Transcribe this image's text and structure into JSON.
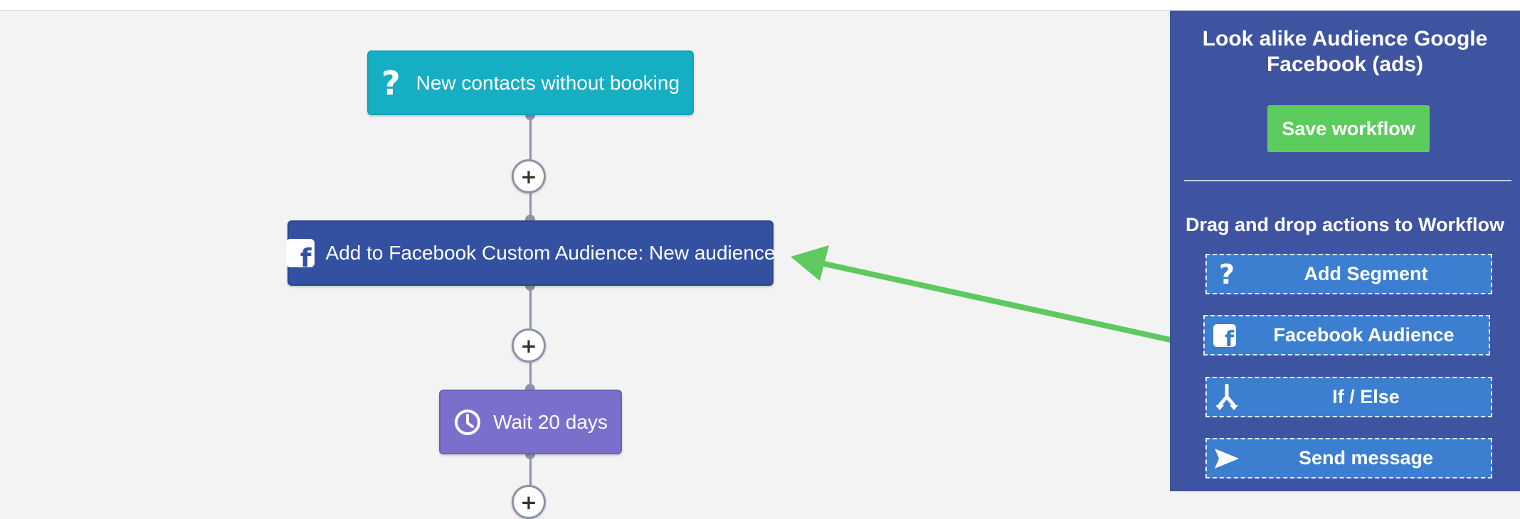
{
  "canvas": {
    "nodes": [
      {
        "type": "segment",
        "icon": "question-icon",
        "label": "New contacts without booking",
        "color": "#16aec3"
      },
      {
        "type": "facebook-audience",
        "icon": "facebook-icon",
        "label": "Add to Facebook Custom Audience: New audience",
        "color": "#3451a1"
      },
      {
        "type": "wait",
        "icon": "clock-icon",
        "label": "Wait 20 days",
        "color": "#7b6fcc"
      }
    ],
    "add_step_symbol": "+",
    "connector_color": "#8c93a6"
  },
  "annotation": {
    "color": "#5dc95f"
  },
  "sidebar": {
    "title": "Look alike Audience Google Facebook (ads)",
    "save_label": "Save workflow",
    "save_color": "#5dcc5e",
    "background": "#3f54a0",
    "dnd_heading": "Drag and drop actions to Workflow",
    "actions": [
      {
        "icon": "question-icon",
        "label": "Add Segment"
      },
      {
        "icon": "facebook-icon",
        "label": "Facebook Audience"
      },
      {
        "icon": "split-icon",
        "label": "If / Else"
      },
      {
        "icon": "send-icon",
        "label": "Send message"
      }
    ]
  }
}
